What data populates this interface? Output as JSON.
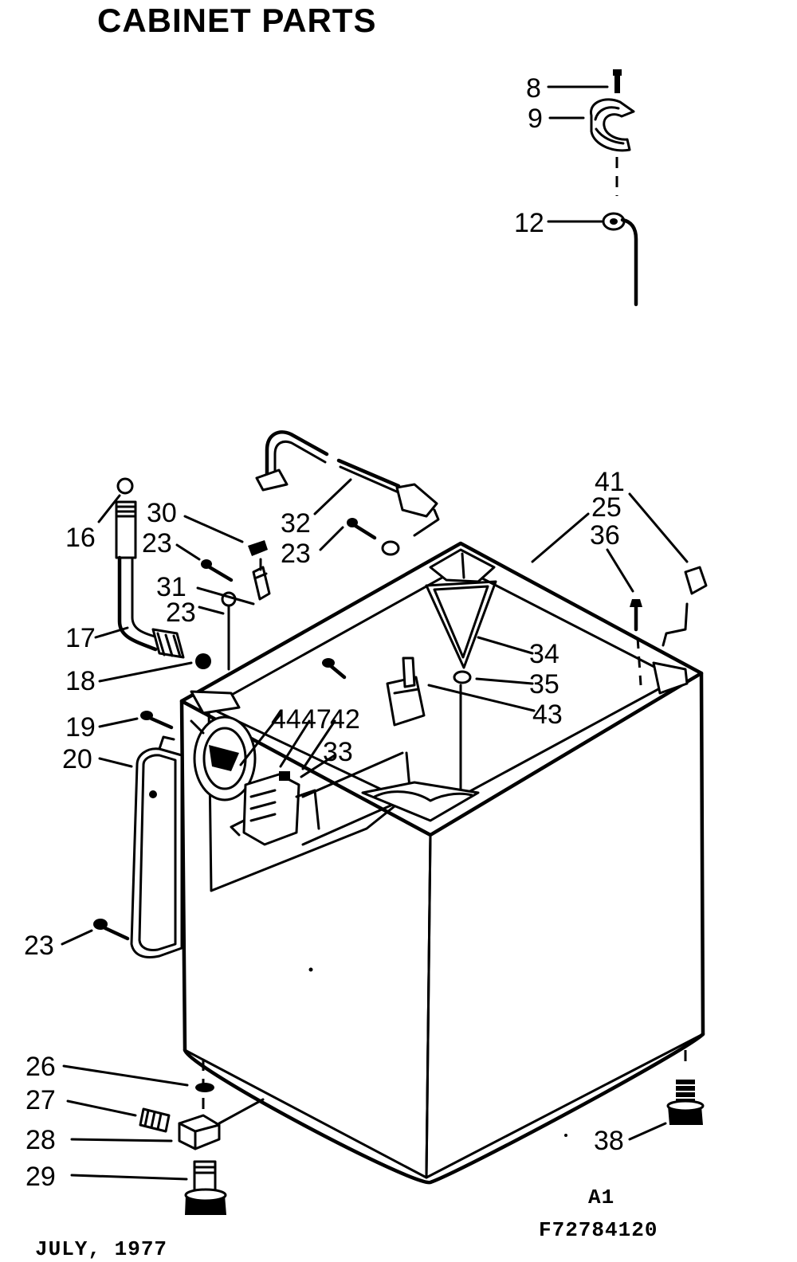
{
  "title": "CABINET PARTS",
  "footer": {
    "date": "JULY, 1977",
    "code_line1": "A1",
    "code_line2": "F72784120"
  },
  "callouts": [
    {
      "id": "c8",
      "label": "8"
    },
    {
      "id": "c9",
      "label": "9"
    },
    {
      "id": "c12",
      "label": "12"
    },
    {
      "id": "c16",
      "label": "16"
    },
    {
      "id": "c30",
      "label": "30"
    },
    {
      "id": "c23a",
      "label": "23"
    },
    {
      "id": "c31",
      "label": "31"
    },
    {
      "id": "c23b",
      "label": "23"
    },
    {
      "id": "c17",
      "label": "17"
    },
    {
      "id": "c18",
      "label": "18"
    },
    {
      "id": "c19",
      "label": "19"
    },
    {
      "id": "c20",
      "label": "20"
    },
    {
      "id": "c23c",
      "label": "23"
    },
    {
      "id": "c32",
      "label": "32"
    },
    {
      "id": "c23d",
      "label": "23"
    },
    {
      "id": "c41",
      "label": "41"
    },
    {
      "id": "c25",
      "label": "25"
    },
    {
      "id": "c36",
      "label": "36"
    },
    {
      "id": "c34",
      "label": "34"
    },
    {
      "id": "c35",
      "label": "35"
    },
    {
      "id": "c43",
      "label": "43"
    },
    {
      "id": "c44",
      "label": "44"
    },
    {
      "id": "c47",
      "label": "47"
    },
    {
      "id": "c42",
      "label": "42"
    },
    {
      "id": "c33",
      "label": "33"
    },
    {
      "id": "c26",
      "label": "26"
    },
    {
      "id": "c27",
      "label": "27"
    },
    {
      "id": "c28",
      "label": "28"
    },
    {
      "id": "c29",
      "label": "29"
    },
    {
      "id": "c38",
      "label": "38"
    }
  ]
}
